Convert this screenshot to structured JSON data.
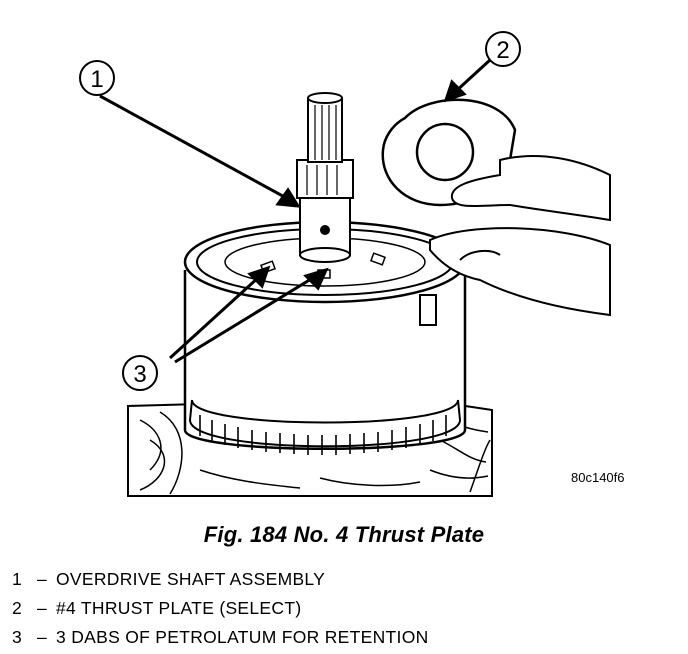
{
  "figure": {
    "code": "80c140f6",
    "caption": "Fig. 184 No. 4 Thrust Plate"
  },
  "callouts": [
    {
      "num": "1",
      "label": "OVERDRIVE SHAFT ASSEMBLY"
    },
    {
      "num": "2",
      "label": "#4 THRUST PLATE (SELECT)"
    },
    {
      "num": "3",
      "label": "3 DABS OF PETROLATUM FOR RETENTION"
    }
  ],
  "legend_dash": "–"
}
